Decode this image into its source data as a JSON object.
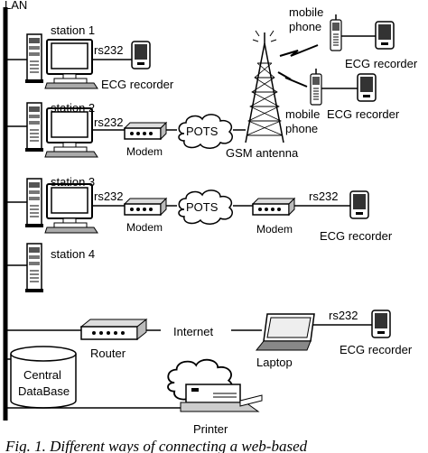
{
  "lan_label": "LAN",
  "stations": {
    "s1": "station 1",
    "s2": "station 2",
    "s3": "station 3",
    "s4": "station 4"
  },
  "links": {
    "rs232": "rs232",
    "modem": "Modem",
    "pots": "POTS",
    "gsm_antenna": "GSM antenna",
    "mobile_phone_top": [
      "mobile",
      "phone"
    ],
    "mobile_phone_bottom": [
      "mobile",
      "phone"
    ],
    "internet": "Internet",
    "router": "Router",
    "laptop": "Laptop",
    "printer": "Printer",
    "central_db": [
      "Central",
      "DataBase"
    ]
  },
  "devices": {
    "ecg_recorder": "ECG recorder"
  },
  "caption": "Fig. 1.  Different ways of connecting a web-based"
}
